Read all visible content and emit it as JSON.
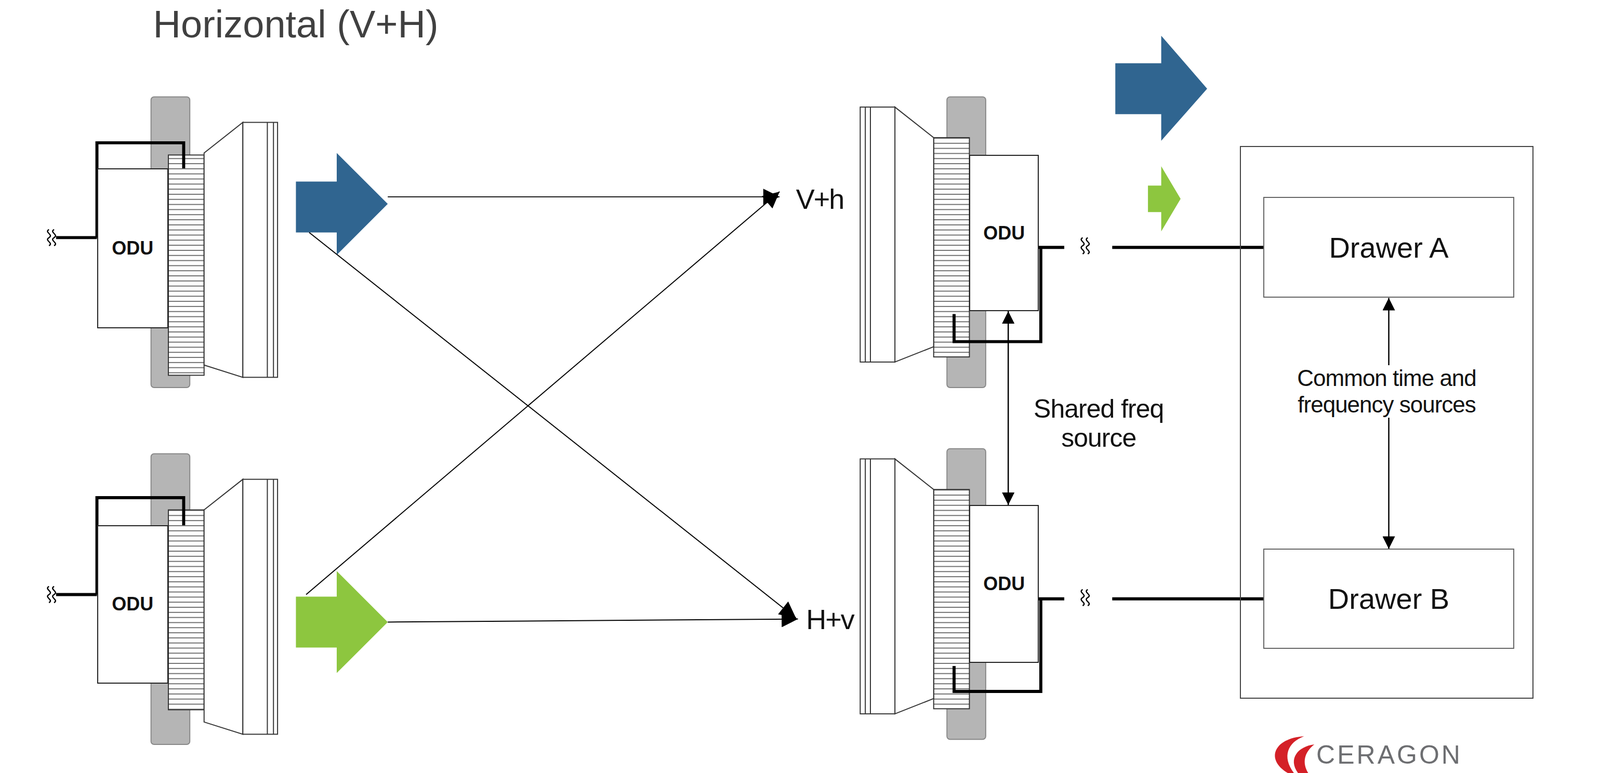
{
  "diagram": {
    "title": "Horizontal (V+H)",
    "nodes": [
      {
        "text": [
          "ODU"
        ]
      },
      {
        "text": [
          "ODU"
        ]
      },
      {
        "text": [
          "ODU"
        ]
      },
      {
        "text": [
          "ODU"
        ]
      },
      {
        "text": [
          "Common time and frequency sources"
        ]
      },
      {
        "text": [
          "Drawer A"
        ],
        "in": 4
      },
      {
        "text": [
          "Drawer B"
        ],
        "in": 4
      }
    ],
    "edges": [
      {
        "from": 2,
        "to": 5,
        "arrow": "none"
      },
      {
        "from": 3,
        "to": 6,
        "arrow": "none"
      },
      {
        "from": 2,
        "to": 3,
        "label": "Shared freq source",
        "arrow": "both"
      },
      {
        "from": 5,
        "to": 6,
        "arrow": "both"
      }
    ],
    "labels": [
      "V+h",
      "H+v",
      "CERAGON"
    ]
  }
}
